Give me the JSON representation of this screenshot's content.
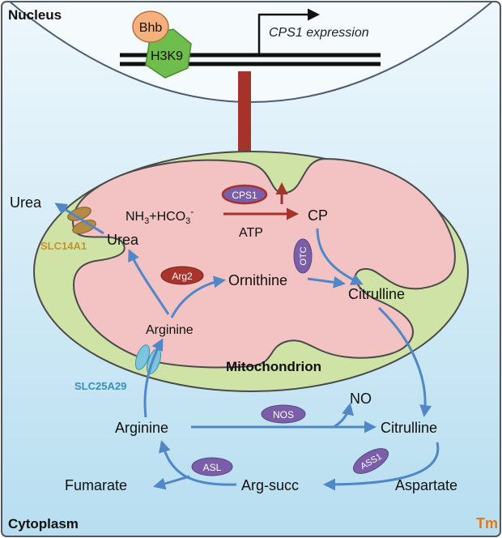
{
  "labels": {
    "nucleus": "Nucleus",
    "cytoplasm": "Cytoplasm",
    "mitochondrion": "Mitochondrion",
    "brand": "Tm"
  },
  "nucleus": {
    "bhb": "Bhb",
    "h3k9": "H3K9",
    "expression": "CPS1 expression"
  },
  "mito": {
    "substrate_main": "NH",
    "substrate_sub3": "3",
    "substrate_plus": "+HCO",
    "substrate_charge": "-",
    "cp": "CP",
    "atp": "ATP",
    "urea_inner": "Urea",
    "ornithine": "Ornithine",
    "citrulline": "Citrulline",
    "arginine": "Arginine"
  },
  "enzymes": {
    "cps1": "CPS1",
    "otc": "OTC",
    "arg2": "Arg2",
    "nos": "NOS",
    "asl": "ASL",
    "ass1": "ASS1"
  },
  "transporters": {
    "slc14a1": "SLC14A1",
    "slc25a29": "SLC25A29"
  },
  "cytoplasm_metabolites": {
    "urea_outer": "Urea",
    "arginine": "Arginine",
    "no": "NO",
    "citrulline": "Citrulline",
    "fumarate": "Fumarate",
    "arg_succ": "Arg-succ",
    "aspartate": "Aspartate"
  },
  "colors": {
    "cytoplasm_top": "#eaf5fb",
    "cytoplasm_bottom": "#b9dff0",
    "nucleus_fill": "#f4f9fc",
    "mito_outer": "#cfe3a6",
    "mito_matrix": "#f3c2c3",
    "arrow_blue": "#4f87c7",
    "arrow_red": "#a5322b",
    "enzyme_purple": "#7a5ea8",
    "arg2_red": "#a9342c",
    "channel_cyan": "#7cc6dd",
    "channel_brown": "#b48a45",
    "slc14a1_text": "#c8922f",
    "slc25a29_text": "#3b8fb5",
    "brand_orange": "#e0791e",
    "bhb_orange": "#f6b07e",
    "h3k9_green": "#6fbd4c"
  }
}
